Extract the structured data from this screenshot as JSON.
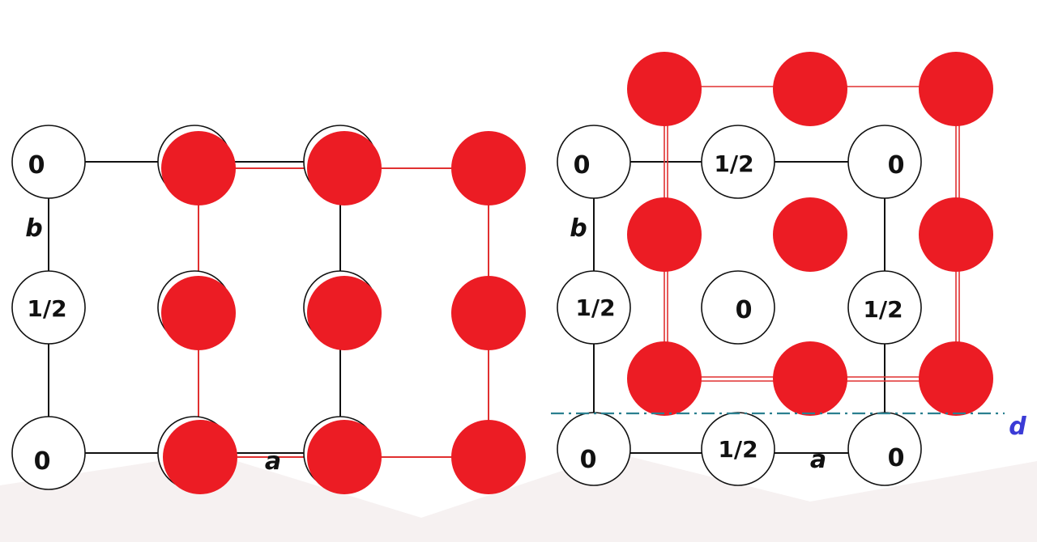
{
  "colors": {
    "atom_fill": "#ec1c24",
    "bond": "#e03030",
    "cell_edge": "#111111",
    "ring": "#111111",
    "glide_line": "#2a7f8f",
    "glide_label": "#3b3bd6",
    "background_band": "#f3eded"
  },
  "left_panel": {
    "axis_a": "a",
    "axis_b": "b",
    "height_labels": [
      {
        "id": "tl",
        "text": "0"
      },
      {
        "id": "ml",
        "text": "1/2"
      },
      {
        "id": "bl",
        "text": "0"
      }
    ]
  },
  "right_panel": {
    "axis_a": "a",
    "axis_b": "b",
    "glide_plane_label": "d",
    "height_labels": [
      {
        "id": "tl",
        "text": "0"
      },
      {
        "id": "tm",
        "text": "1/2"
      },
      {
        "id": "tr",
        "text": "0"
      },
      {
        "id": "ml",
        "text": "1/2"
      },
      {
        "id": "mc",
        "text": "0"
      },
      {
        "id": "mr",
        "text": "1/2"
      },
      {
        "id": "bl",
        "text": "0"
      },
      {
        "id": "bm",
        "text": "1/2"
      },
      {
        "id": "br",
        "text": "0"
      }
    ]
  }
}
